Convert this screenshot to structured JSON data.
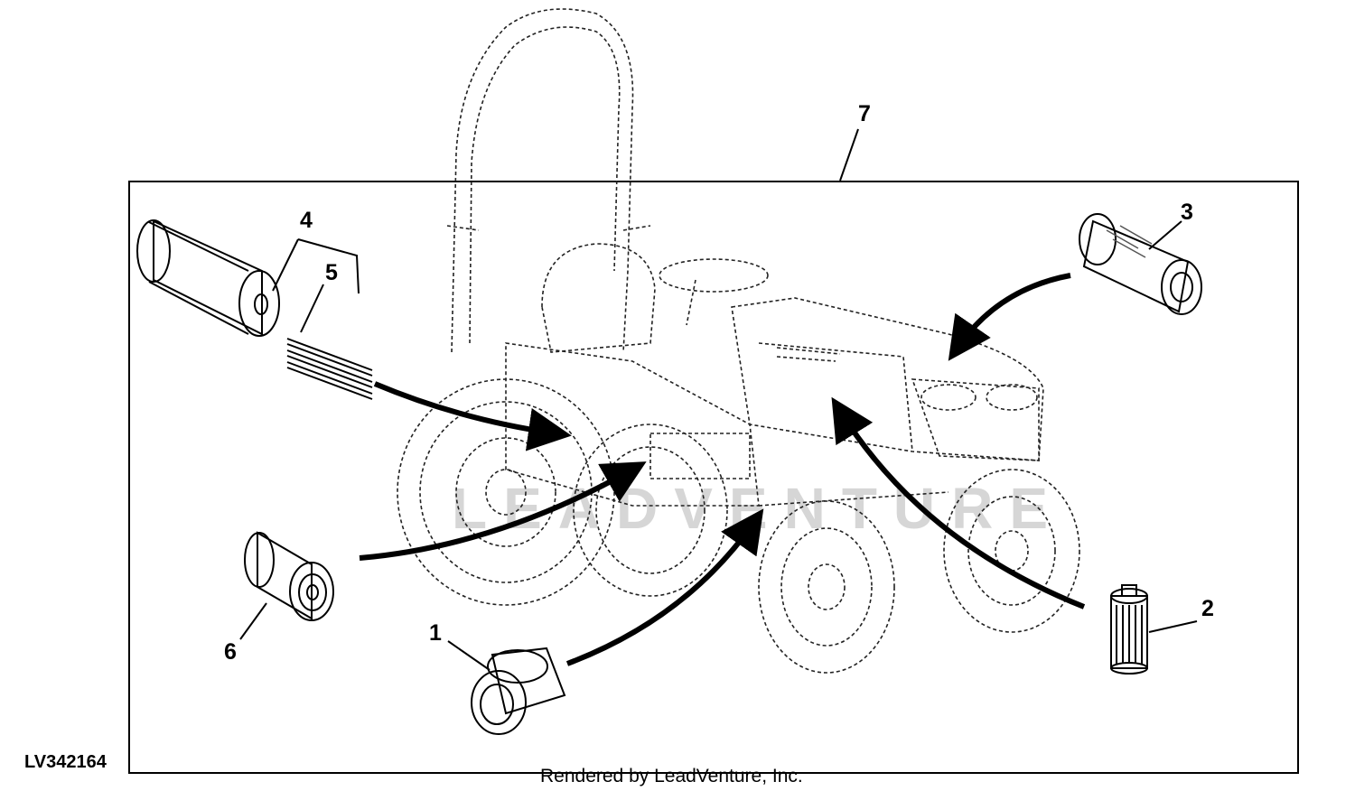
{
  "diagram": {
    "callouts": [
      {
        "id": "1",
        "label": "1"
      },
      {
        "id": "2",
        "label": "2"
      },
      {
        "id": "3",
        "label": "3"
      },
      {
        "id": "4",
        "label": "4"
      },
      {
        "id": "5",
        "label": "5"
      },
      {
        "id": "6",
        "label": "6"
      },
      {
        "id": "7",
        "label": "7"
      }
    ],
    "figure_code": "LV342164",
    "credit": "Rendered by LeadVenture, Inc.",
    "watermark": "LEADVENTURE"
  }
}
